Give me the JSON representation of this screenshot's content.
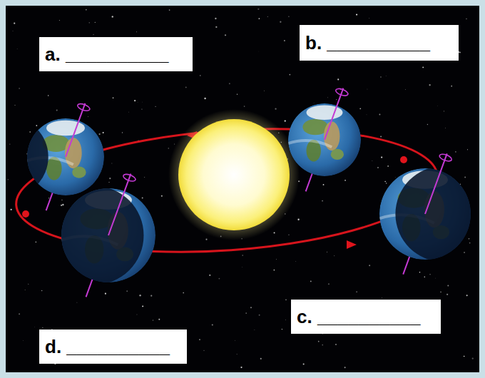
{
  "diagram": {
    "nodes": [
      {
        "text": [
          "a. __________"
        ]
      },
      {
        "text": [
          "b. __________"
        ]
      },
      {
        "text": [
          "c. __________"
        ]
      },
      {
        "text": [
          "d. __________"
        ]
      }
    ]
  }
}
